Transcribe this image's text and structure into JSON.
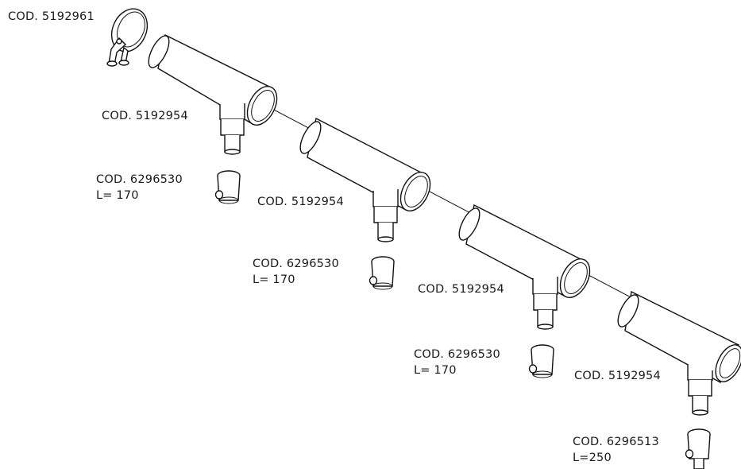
{
  "labels": {
    "cap_top": {
      "code": "COD. 5192961"
    },
    "tee_1": {
      "code": "COD. 5192954"
    },
    "tee_2": {
      "code": "COD. 5192954"
    },
    "tee_3": {
      "code": "COD. 5192954"
    },
    "tee_4": {
      "code": "COD. 5192954"
    },
    "fit_1": {
      "code": "COD. 6296530",
      "length": "L= 170"
    },
    "fit_2": {
      "code": "COD. 6296530",
      "length": "L= 170"
    },
    "fit_3": {
      "code": "COD. 6296530",
      "length": "L= 170"
    },
    "fit_4": {
      "code": "COD. 6296513",
      "length": "L=250"
    }
  },
  "colors": {
    "line": "#111111",
    "background": "#ffffff"
  }
}
